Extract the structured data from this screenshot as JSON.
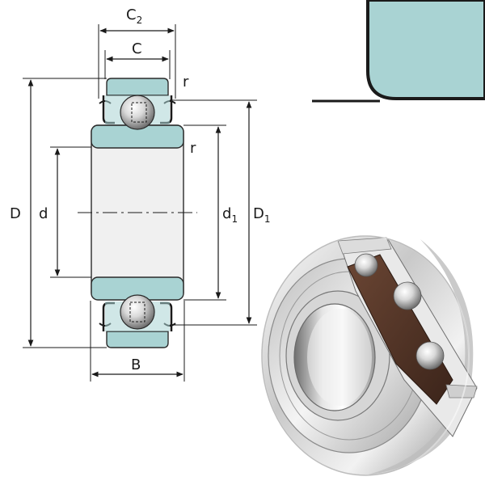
{
  "drawing": {
    "labels": {
      "C2": {
        "main": "C",
        "sub": "2"
      },
      "C": "C",
      "r_top": "r",
      "r_mid": "r",
      "D": "D",
      "d": "d",
      "d1": {
        "main": "d",
        "sub": "1"
      },
      "D1": {
        "main": "D",
        "sub": "1"
      },
      "B": "B"
    }
  },
  "colors": {
    "section_fill": "#a9d3d3",
    "bore_fill": "#f0f0f0",
    "line": "#1a1a1a",
    "cage_brown": "#5b3a2a",
    "steel_light": "#e8e8e8",
    "steel_dark": "#8a8a8a"
  }
}
